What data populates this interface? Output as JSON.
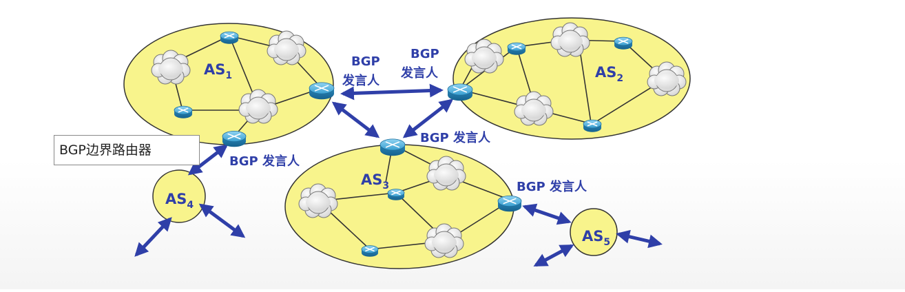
{
  "callout": "BGP边界路由器",
  "labels": {
    "speaker_as1_line1": "BGP",
    "speaker_as1_line2": "发言人",
    "speaker_as2_line1": "BGP",
    "speaker_as2_line2": "发言人",
    "speaker_as3_top": "BGP 发言人",
    "speaker_as1_bottom": "BGP 发言人",
    "speaker_as3_right": "BGP 发言人"
  },
  "as_labels": {
    "as1": {
      "main": "AS",
      "sub": "1"
    },
    "as2": {
      "main": "AS",
      "sub": "2"
    },
    "as3": {
      "main": "AS",
      "sub": "3"
    },
    "as4": {
      "main": "AS",
      "sub": "4"
    },
    "as5": {
      "main": "AS",
      "sub": "5"
    }
  },
  "colors": {
    "as_fill": "#f8f48c",
    "as_stroke": "#333333",
    "link": "#2f3fa8",
    "router": "#3a9fd0",
    "label": "#2f3fa8"
  }
}
